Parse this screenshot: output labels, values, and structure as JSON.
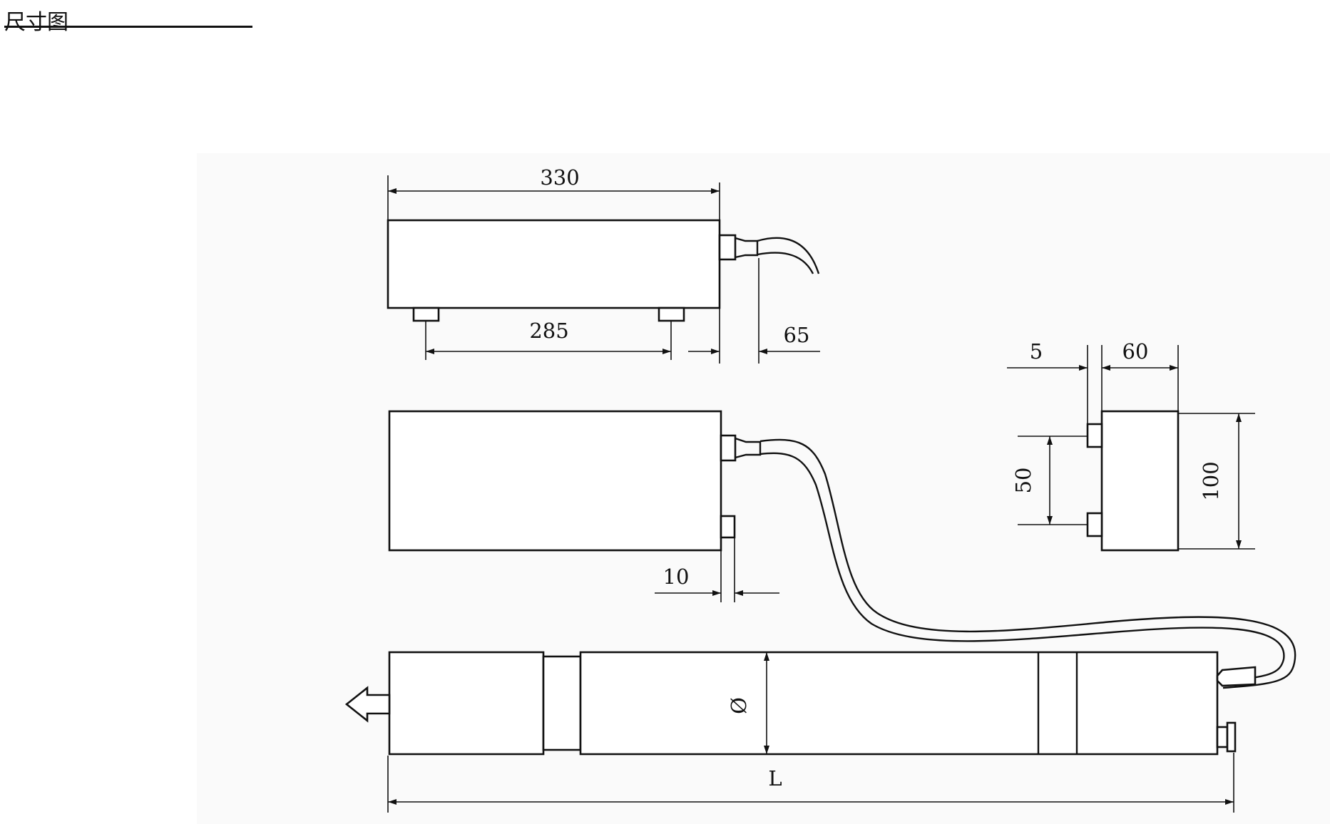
{
  "header": {
    "title": "尺寸图"
  },
  "dimensions": {
    "length_330": "330",
    "length_285": "285",
    "offset_65": "65",
    "offset_10": "10",
    "offset_5": "5",
    "width_60": "60",
    "spacing_50": "50",
    "height_100": "100",
    "diameter": "Ø",
    "overall_length": "L"
  },
  "colors": {
    "line": "#111111",
    "panel_background": "#fafafa"
  }
}
